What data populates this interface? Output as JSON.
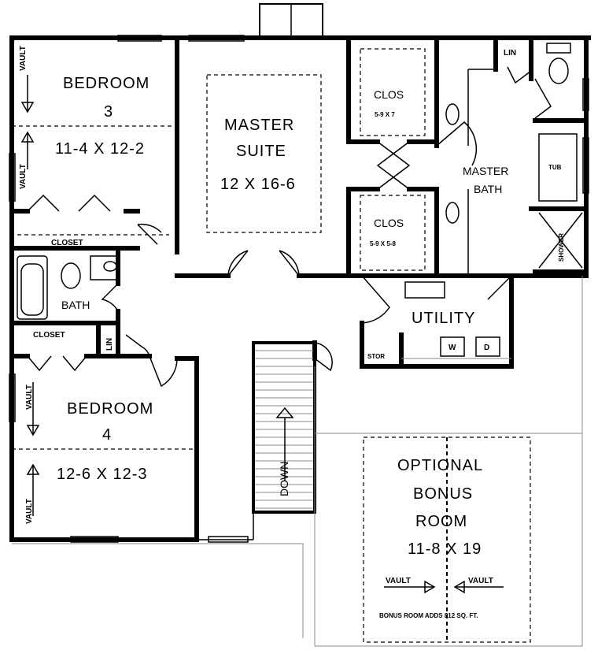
{
  "rooms": {
    "bedroom3": {
      "name": "BEDROOM",
      "number": "3",
      "size": "11-4 X 12-2"
    },
    "master_suite": {
      "line1": "MASTER",
      "line2": "SUITE",
      "size": "12 X 16-6"
    },
    "closet_upper": {
      "name": "CLOS",
      "size": "5-9 X 7"
    },
    "closet_lower": {
      "name": "CLOS",
      "size": "5-9 X 5-8"
    },
    "master_bath": {
      "line1": "MASTER",
      "line2": "BATH"
    },
    "lin_master": "LIN",
    "tub": "TUB",
    "shower": "SHOWER",
    "closet_bed3": "CLOSET",
    "bath": "BATH",
    "closet_bed4": "CLOSET",
    "lin_hall": "LIN",
    "utility": {
      "name": "UTILITY",
      "washer": "W",
      "dryer": "D",
      "storage": "STOR"
    },
    "bedroom4": {
      "name": "BEDROOM",
      "number": "4",
      "size": "12-6 X 12-3"
    },
    "stairs": "DOWN",
    "bonus": {
      "line1": "OPTIONAL",
      "line2": "BONUS",
      "line3": "ROOM",
      "size": "11-8 X 19",
      "note": "BONUS ROOM ADDS 812 SQ. FT."
    }
  },
  "vault_label": "VAULT"
}
